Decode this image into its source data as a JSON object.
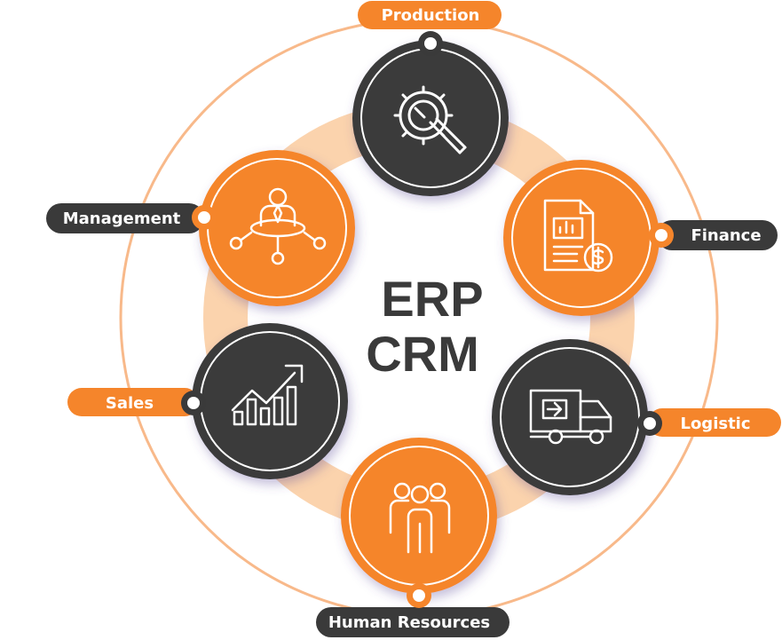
{
  "center": {
    "line1": "ERP",
    "line2": "CRM"
  },
  "nodes": [
    {
      "label": "Production",
      "icon": "gear-wrench-icon",
      "node_color": "#3a3a3a",
      "pill_color": "#f5852b"
    },
    {
      "label": "Finance",
      "icon": "financial-report-dollar-icon",
      "node_color": "#f5852b",
      "pill_color": "#3a3a3a"
    },
    {
      "label": "Logistic",
      "icon": "delivery-truck-icon",
      "node_color": "#3a3a3a",
      "pill_color": "#f5852b"
    },
    {
      "label": "Human Resources",
      "icon": "team-people-icon",
      "node_color": "#f5852b",
      "pill_color": "#3a3a3a"
    },
    {
      "label": "Sales",
      "icon": "growth-chart-icon",
      "node_color": "#3a3a3a",
      "pill_color": "#f5852b"
    },
    {
      "label": "Management",
      "icon": "manager-network-icon",
      "node_color": "#f5852b",
      "pill_color": "#3a3a3a"
    }
  ],
  "colors": {
    "accent_orange": "#f5852b",
    "dark": "#3a3a3a",
    "ring_band": "#fbd3ad",
    "outer_ring": "#f8b98a"
  }
}
